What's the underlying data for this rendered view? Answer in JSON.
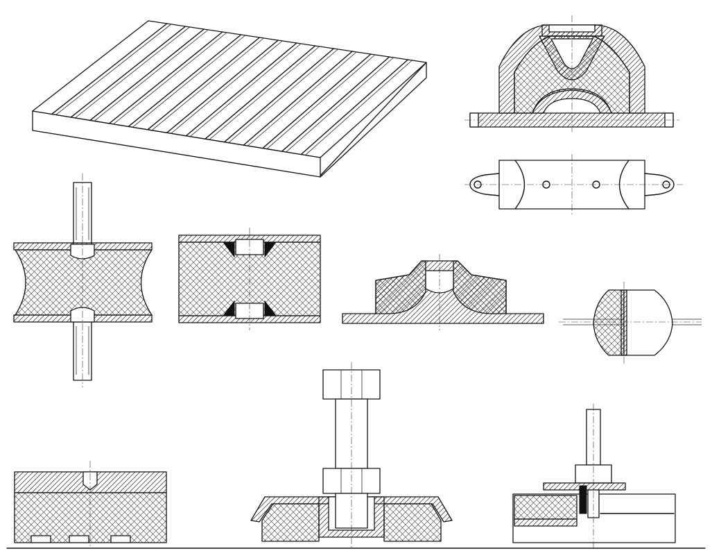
{
  "figure": {
    "components": [
      {
        "id": "ribbed-pad",
        "icon": "ribbed-rubber-pad-isometric"
      },
      {
        "id": "engine-mount-section",
        "icon": "trapezoid-mount-section"
      },
      {
        "id": "engine-mount-plan",
        "icon": "trapezoid-mount-plan-view"
      },
      {
        "id": "concave-stud-mount",
        "icon": "cylindrical-concave-mount-with-studs"
      },
      {
        "id": "block-mount-inserts",
        "icon": "rubber-block-with-threaded-inserts"
      },
      {
        "id": "saddle-mount",
        "icon": "omega-profile-rubber-mount"
      },
      {
        "id": "flanged-bushing",
        "icon": "flanged-bushing-mount-section"
      },
      {
        "id": "sandwich-pad",
        "icon": "steel-rubber-sandwich-pad"
      },
      {
        "id": "bolted-cup-mount",
        "icon": "cup-mount-with-hex-bolt"
      },
      {
        "id": "leveling-mount",
        "icon": "leveling-mount-with-stud"
      }
    ],
    "colors": {
      "ink": "#111111",
      "paper": "#ffffff"
    }
  }
}
